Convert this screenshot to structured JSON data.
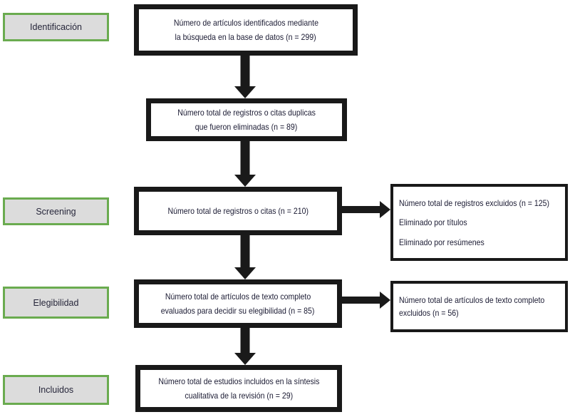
{
  "colors": {
    "stage_border_green": "#6aab4f",
    "stage_fill_gray": "#dcdcdc",
    "box_border_black": "#191919",
    "arrow_black": "#1a1a1a",
    "text": "#1b1b33",
    "background": "#ffffff"
  },
  "stages": [
    {
      "label": "Identificación"
    },
    {
      "label": "Screening"
    },
    {
      "label": "Elegibilidad"
    },
    {
      "label": "Incluidos"
    }
  ],
  "flow_boxes": [
    {
      "n": 299,
      "lines": [
        "Número de artículos identificados mediante",
        "la búsqueda en la base de datos (n = 299)"
      ]
    },
    {
      "n": 89,
      "lines": [
        "Número total de registros o citas duplicas",
        "que fueron eliminadas (n = 89)"
      ]
    },
    {
      "n": 210,
      "lines": [
        "Número total de registros o citas (n = 210)"
      ]
    },
    {
      "n": 85,
      "lines": [
        "Número total de artículos de texto completo",
        "evaluados para decidir su elegibilidad (n = 85)"
      ]
    },
    {
      "n": 29,
      "lines": [
        "Número total de estudios incluidos en la síntesis",
        "cualitativa de la revisión (n = 29)"
      ]
    }
  ],
  "side_boxes": [
    {
      "n": 125,
      "lines": [
        "Número total de registros excluidos (n = 125)",
        "Eliminado por títulos",
        "Eliminado por resúmenes"
      ]
    },
    {
      "n": 56,
      "lines": [
        "Número total de artículos de texto completo",
        "excluidos (n = 56)"
      ]
    }
  ]
}
